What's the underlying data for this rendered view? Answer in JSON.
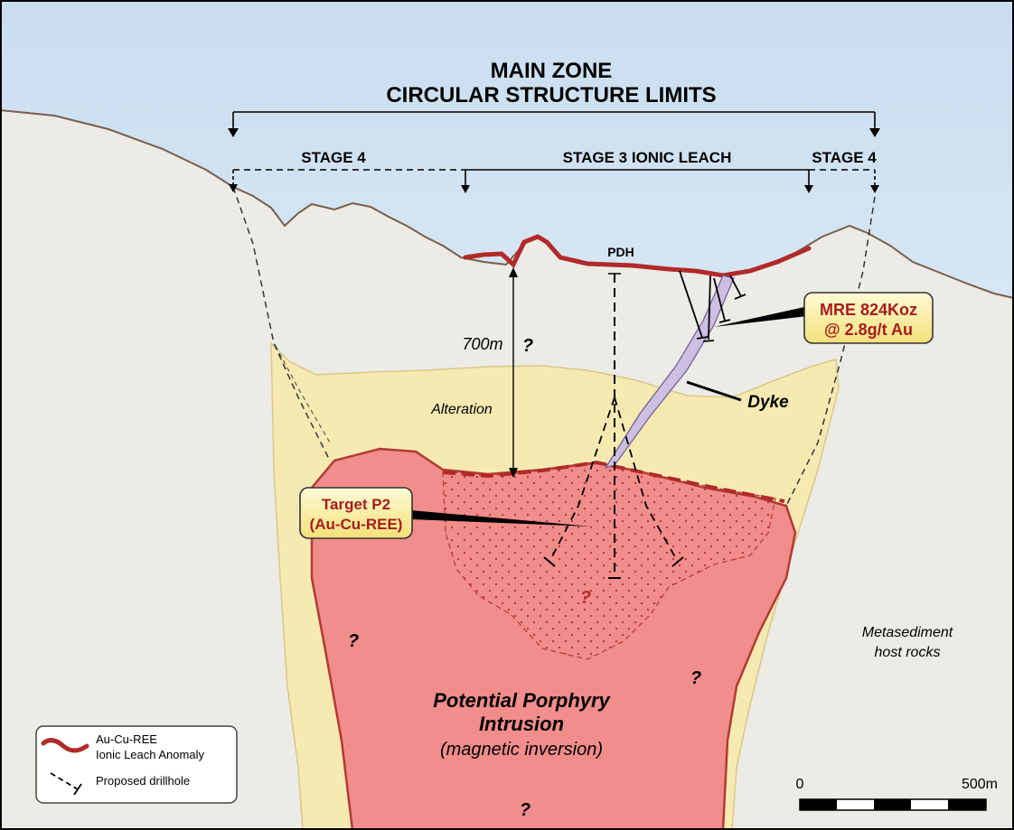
{
  "title": {
    "line1": "MAIN ZONE",
    "line2": "CIRCULAR STRUCTURE LIMITS"
  },
  "stages": {
    "left": "STAGE 4",
    "center": "STAGE 3 IONIC LEACH",
    "right": "STAGE 4"
  },
  "labels": {
    "pdh": "PDH",
    "depth": "700m",
    "alteration": "Alteration",
    "dyke": "Dyke",
    "intrusion_line1": "Potential Porphyry",
    "intrusion_line2": "Intrusion",
    "intrusion_line3": "(magnetic inversion)",
    "host_line1": "Metasediment",
    "host_line2": "host rocks",
    "question": "?"
  },
  "callouts": {
    "mre_line1": "MRE 824Koz",
    "mre_line2": "@ 2.8g/t Au",
    "target_line1": "Target P2",
    "target_line2": "(Au-Cu-REE)"
  },
  "legend": {
    "anomaly_line1": "Au-Cu-REE",
    "anomaly_line2": "Ionic Leach Anomaly",
    "drillhole": "Proposed drillhole"
  },
  "scale": {
    "start": "0",
    "end": "500m"
  },
  "colors": {
    "sky": "#dbe9f4",
    "ground": "#ecebe6",
    "alteration": "#f6eab2",
    "intrusion": "#f18d8a",
    "anomaly": "#b12a2a",
    "dyke": "#cdbfe2",
    "callout_fill": "#fbf0a6",
    "callout_text": "#a51d1d"
  }
}
